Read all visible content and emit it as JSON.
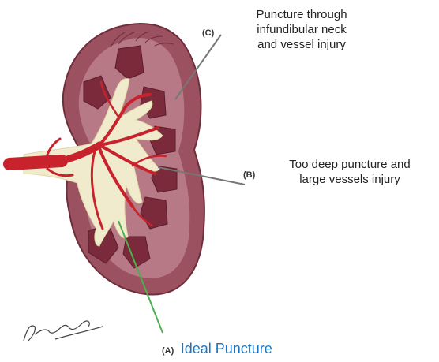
{
  "labels": {
    "c": {
      "tag": "(C)",
      "lines": [
        "Puncture through",
        "infundibular  neck",
        "and vessel injury"
      ]
    },
    "b": {
      "tag": "(B)",
      "lines": [
        "Too deep puncture and",
        "large vessels injury"
      ]
    },
    "a": {
      "tag": "(A)",
      "text": "Ideal Puncture"
    }
  },
  "colors": {
    "cortex": "#9c5160",
    "cortex_edge": "#6e2e3b",
    "medulla": "#c9939b",
    "pyramid": "#7a2a3a",
    "collecting_system": "#f1ebcd",
    "vessel": "#c8232c",
    "needle_ideal": "#4caf50",
    "needle_other": "#777777",
    "ideal_text": "#1e73be"
  }
}
